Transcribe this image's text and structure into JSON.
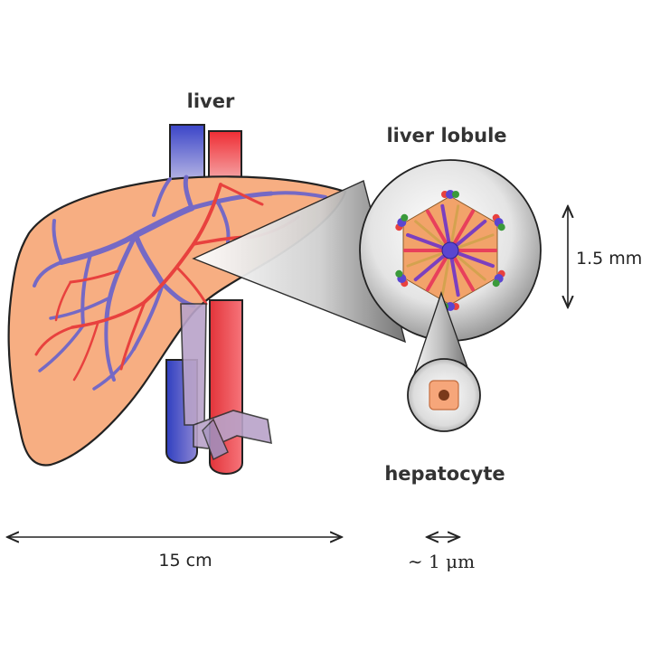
{
  "labels": {
    "liver": "liver",
    "lobule": "liver lobule",
    "hepatocyte": "hepatocyte",
    "lobule_size": "1.5 mm",
    "liver_size": "15 cm",
    "cell_size": "∼ 1 μm"
  },
  "colors": {
    "liver_fill": "#f7ae82",
    "vein_blue": "#5a5ec4",
    "artery_red": "#e8413e",
    "vessel_purple": "#b9a3c9",
    "outline": "#222222"
  },
  "icons": [
    "liver-organ",
    "vena-cava-tube",
    "aorta-tube",
    "lobule-hexagon",
    "central-vein",
    "hepatocyte-cell"
  ]
}
